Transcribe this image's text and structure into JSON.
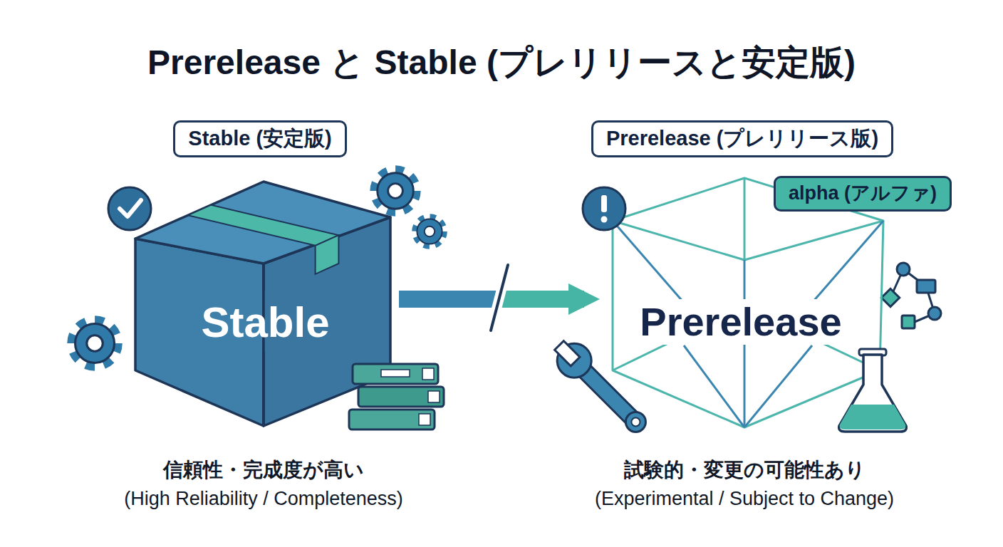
{
  "diagram": {
    "title": "Prerelease と Stable (プレリリースと安定版)",
    "nodes": [
      {
        "text": [
          "Stable (安定版)"
        ]
      },
      {
        "text": [
          "Stable"
        ]
      },
      {
        "text": [
          "Prerelease (プレリリース版)"
        ]
      },
      {
        "text": [
          "Prerelease"
        ]
      },
      {
        "text": [
          "alpha (アルファ)"
        ],
        "in": 3
      }
    ],
    "edges": [
      {
        "from": 1,
        "to": 3,
        "arrow": "to"
      }
    ],
    "labels": [
      "信頼性・完成度が高い",
      "(High Reliability / Completeness)",
      "試験的・変更の可能性あり",
      "(Experimental / Subject to Change)"
    ]
  }
}
